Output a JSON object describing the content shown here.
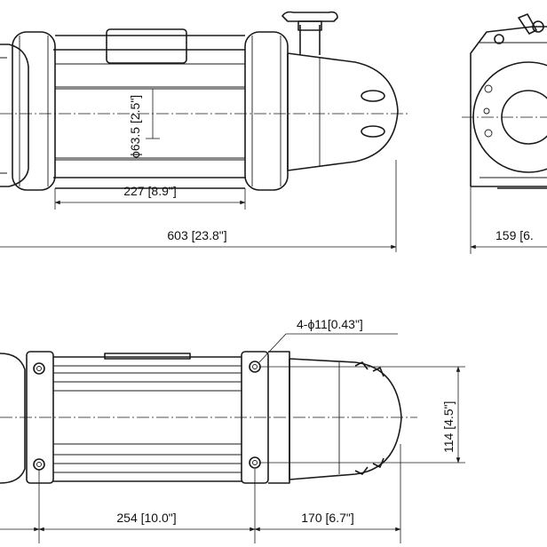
{
  "dimensions": {
    "overall_length": "603 [23.8\"]",
    "drum_length": "227 [8.9\"]",
    "drum_diameter": "ϕ63.5 [2.5\"]",
    "side_width": "159 [6.",
    "mount_holes": "4-ϕ11[0.43\"]",
    "mount_height": "114 [4.5\"]",
    "mount_spacing": "254 [10.0\"]",
    "gearbox_length": "170 [6.7\"]"
  },
  "colors": {
    "line": "#1a1a1a",
    "background": "#ffffff"
  }
}
